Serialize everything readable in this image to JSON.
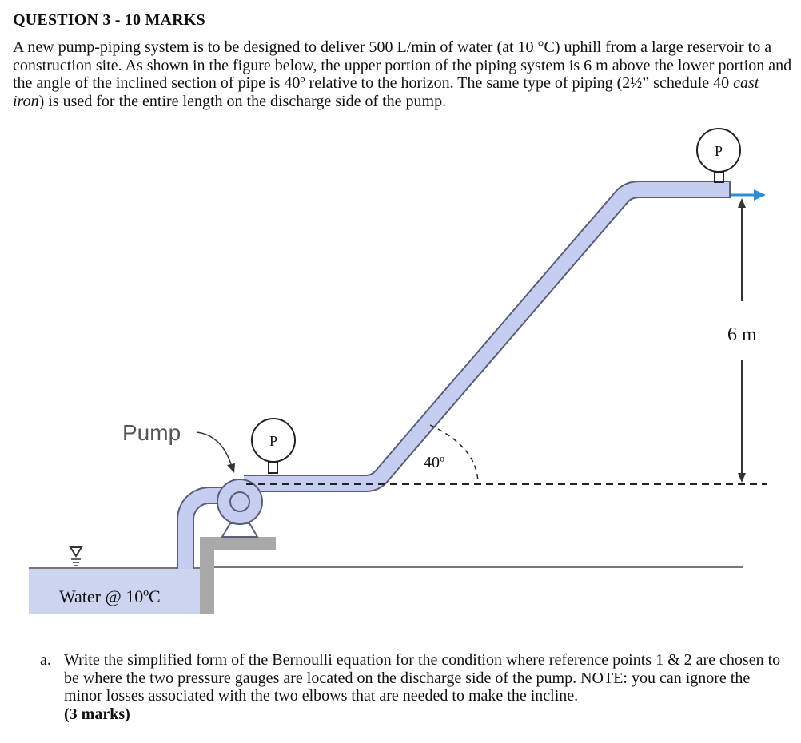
{
  "question": {
    "title": "QUESTION 3 - 10 MARKS",
    "intro_lead": "A new pump-piping system is to be designed to deliver 500 L/min of water (at 10 °C) uphill from a large reservoir to a construction site.  As shown in the figure below, the upper portion of the piping system is 6 m above the lower portion and the angle of the inclined section of pipe is 40º relative to the horizon.  The same type of piping (2½” schedule 40 ",
    "intro_material": "cast iron",
    "intro_tail": ") is used for the entire length on the discharge side of the pump."
  },
  "figure": {
    "pump_label": "Pump",
    "gauge_label": "P",
    "angle_label": "40º",
    "height_label": "6 m",
    "water_label": "Water @ 10ºC",
    "colors": {
      "pipe_fill": "#c5cef0",
      "pipe_stroke": "#5a5f78",
      "water": "#cdd4ef",
      "support": "#a9a9a9",
      "flow_arrow": "#2b8fd6"
    }
  },
  "part_a": {
    "letter": "a.",
    "text": "Write the simplified form of the Bernoulli equation for the condition where reference points 1 & 2 are chosen to be where the two pressure gauges are located on the discharge side of the pump.  NOTE: you can ignore the minor losses associated with the two elbows that are needed to make the incline.",
    "marks": "(3 marks)"
  }
}
